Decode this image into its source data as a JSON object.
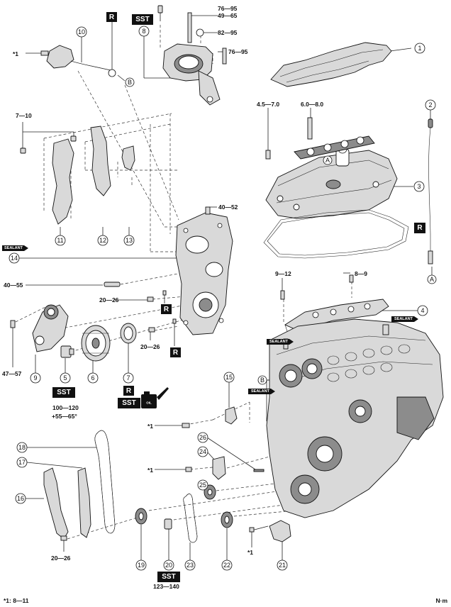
{
  "torque_labels": {
    "t76_95_top": "76—95",
    "t49_65": "49—65",
    "t82_95": "82—95",
    "t76_95_mid": "76—95",
    "t4_5_7_0": "4.5—7.0",
    "t6_0_8_0": "6.0—8.0",
    "t7_10": "7—10",
    "t40_52": "40—52",
    "t40_55": "40—55",
    "t20_26_a": "20—26",
    "t20_26_b": "20—26",
    "t47_57": "47—57",
    "t100_120": "100—120",
    "t55_65": "+55—65°",
    "t9_12": "9—12",
    "t8_9": "8—9",
    "t20_26_c": "20—26",
    "t123_140": "123—140",
    "star1_a": "*1",
    "star1_b": "*1",
    "star1_c": "*1",
    "star1_d": "*1"
  },
  "tags": {
    "r": "R",
    "sst": "SST",
    "sealant": "SEALANT",
    "oil": "OIL"
  },
  "callouts": {
    "a": "A",
    "b": "B"
  },
  "part_numbers": [
    "1",
    "2",
    "3",
    "4",
    "5",
    "6",
    "7",
    "8",
    "9",
    "10",
    "11",
    "12",
    "13",
    "14",
    "15",
    "16",
    "17",
    "18",
    "19",
    "20",
    "21",
    "22",
    "23",
    "24",
    "25",
    "26"
  ],
  "footer": {
    "note": "*1: 8—11",
    "unit": "N·m"
  }
}
